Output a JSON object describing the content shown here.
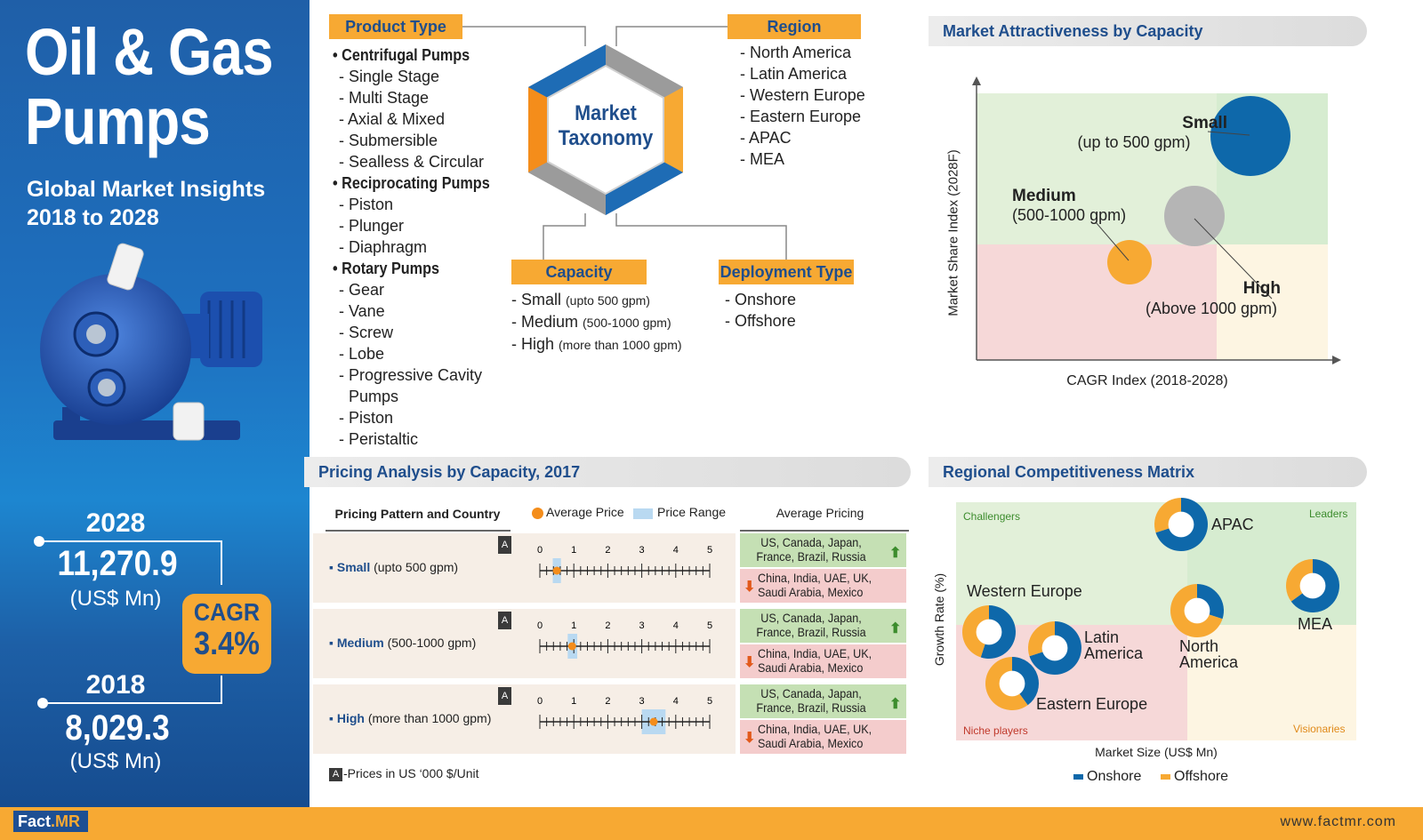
{
  "hero": {
    "title_line1": "Oil & Gas",
    "title_line2": "Pumps",
    "subtitle_line1": "Global Market Insights",
    "subtitle_line2": "2018 to 2028",
    "end_year": "2028",
    "end_value": "11,270.9",
    "end_unit": "(US$ Mn)",
    "start_year": "2018",
    "start_value": "8,029.3",
    "start_unit": "(US$ Mn)",
    "cagr_label": "CAGR",
    "cagr_value": "3.4%"
  },
  "taxonomy": {
    "center_line1": "Market",
    "center_line2": "Taxonomy",
    "product_type": {
      "label": "Product Type",
      "lines": [
        {
          "text": "• Centrifugal Pumps",
          "bold": true
        },
        {
          "text": "- Single Stage",
          "bold": false
        },
        {
          "text": "- Multi Stage",
          "bold": false
        },
        {
          "text": "- Axial & Mixed",
          "bold": false
        },
        {
          "text": "- Submersible",
          "bold": false
        },
        {
          "text": "- Sealless & Circular",
          "bold": false
        },
        {
          "text": "• Reciprocating Pumps",
          "bold": true
        },
        {
          "text": "- Piston",
          "bold": false
        },
        {
          "text": "- Plunger",
          "bold": false
        },
        {
          "text": "- Diaphragm",
          "bold": false
        },
        {
          "text": "• Rotary Pumps",
          "bold": true
        },
        {
          "text": "- Gear",
          "bold": false
        },
        {
          "text": "- Vane",
          "bold": false
        },
        {
          "text": "- Screw",
          "bold": false
        },
        {
          "text": "- Lobe",
          "bold": false
        },
        {
          "text": "- Progressive Cavity",
          "bold": false
        },
        {
          "text": "Pumps",
          "bold": false
        },
        {
          "text": "- Piston",
          "bold": false
        },
        {
          "text": "- Peristaltic",
          "bold": false
        }
      ]
    },
    "region": {
      "label": "Region",
      "items": [
        "- North America",
        "- Latin America",
        "- Western Europe",
        "- Eastern Europe",
        "- APAC",
        "- MEA"
      ]
    },
    "capacity": {
      "label": "Capacity",
      "items": [
        {
          "main": "- Small",
          "note": "(upto 500 gpm)"
        },
        {
          "main": "- Medium",
          "note": "(500-1000 gpm)"
        },
        {
          "main": "- High",
          "note": "(more than 1000 gpm)"
        }
      ]
    },
    "deployment": {
      "label": "Deployment Type",
      "items": [
        "- Onshore",
        "- Offshore"
      ]
    }
  },
  "attractiveness": {
    "title": "Market Attractiveness by Capacity",
    "ylabel": "Market Share Index (2028F)",
    "xlabel": "CAGR Index (2018-2028)",
    "bubbles": [
      {
        "name": "Small",
        "range": "(up to 500 gpm)",
        "color": "#0e68aa"
      },
      {
        "name": "Medium",
        "range": "(500-1000 gpm)",
        "color": "#b5b5b5"
      },
      {
        "name": "High",
        "range": "(Above 1000 gpm)",
        "color": "#f7a933"
      }
    ]
  },
  "pricing": {
    "title": "Pricing Analysis by Capacity, 2017",
    "col_pattern": "Pricing Pattern and Country",
    "legend_avg": "Average Price",
    "legend_range": "Price Range",
    "col_avg": "Average Pricing",
    "ticks": [
      "0",
      "1",
      "2",
      "3",
      "4",
      "5"
    ],
    "badge": "A",
    "high_countries_1": "US, Canada, Japan,",
    "high_countries_2": "France, Brazil, Russia",
    "low_countries_1": "China, India, UAE, UK,",
    "low_countries_2": "Saudi Arabia, Mexico",
    "rows": [
      {
        "name": "Small",
        "note": "(upto 500 gpm)",
        "avg": 0.5,
        "range_min": 0.38,
        "range_max": 0.62
      },
      {
        "name": "Medium",
        "note": "(500-1000 gpm)",
        "avg": 0.95,
        "range_min": 0.82,
        "range_max": 1.1
      },
      {
        "name": "High",
        "note": "(more than 1000 gpm)",
        "avg": 3.35,
        "range_min": 3.0,
        "range_max": 3.7
      }
    ],
    "footnote": "-Prices in US ‘000 $/Unit",
    "colors": {
      "avg": "#f48d1b",
      "range": "#b9d9f1",
      "up": "#3c8c2d",
      "down": "#e2591b"
    }
  },
  "regional": {
    "title": "Regional Competitiveness Matrix",
    "ylabel": "Growth Rate (%)",
    "xlabel": "Market Size (US$ Mn)",
    "quadrants": {
      "tl": "Challengers",
      "tr": "Leaders",
      "bl": "Niche players",
      "br": "Visionaries"
    },
    "regions": [
      {
        "name": "APAC",
        "onshore": 0.7
      },
      {
        "name": "Western Europe",
        "onshore": 0.55
      },
      {
        "name": "Latin America",
        "onshore": 0.7
      },
      {
        "name": "Eastern Europe",
        "onshore": 0.4
      },
      {
        "name": "North America",
        "onshore": 0.3
      },
      {
        "name": "MEA",
        "onshore": 0.65
      }
    ],
    "legend_onshore": "Onshore",
    "legend_offshore": "Offshore",
    "colors": {
      "onshore": "#0e68aa",
      "offshore": "#f7a933"
    }
  },
  "footer": {
    "logo_a": "Fact",
    "logo_b": ".MR",
    "website": "www.factmr.com"
  }
}
